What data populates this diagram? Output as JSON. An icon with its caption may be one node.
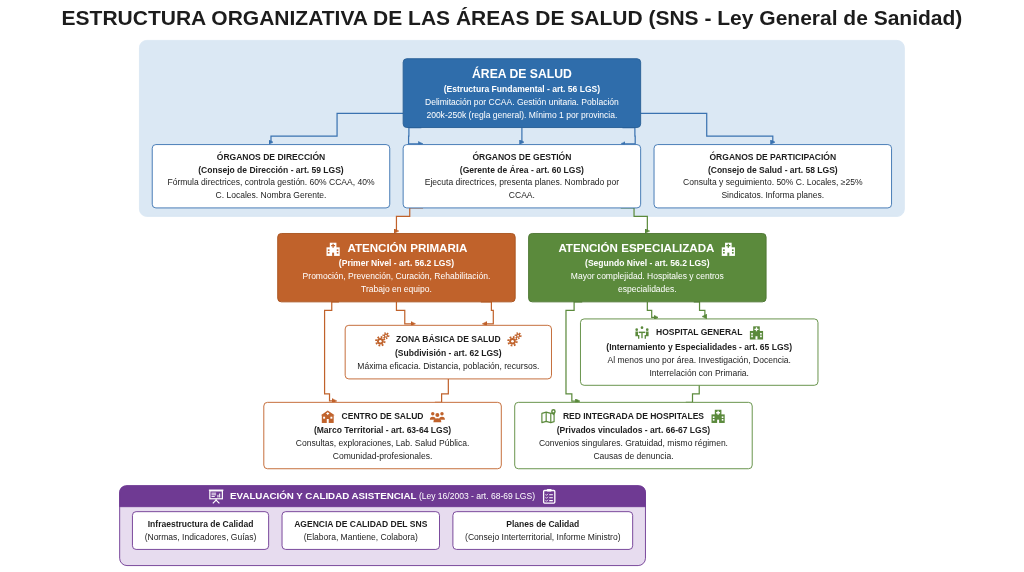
{
  "diagram": {
    "title": "ESTRUCTURA ORGANIZATIVA DE LAS ÁREAS DE SALUD (SNS - Ley General de Sanidad)",
    "nodes": [
      {
        "text": [],
        "shape": "box"
      },
      {
        "text": [
          "ÁREA DE SALUD",
          "(Estructura Fundamental - art. 56 LGS)",
          "Delimitación por CCAA. Gestión unitaria. Población 200k-250k (regla general). Mínimo 1 por provincia."
        ],
        "in": 0
      },
      {
        "text": [
          "ÓRGANOS DE DIRECCIÓN",
          "(Consejo de Dirección - art. 59 LGS)",
          "Fórmula directrices, controla gestión. 60% CCAA, 40% C. Locales. Nombra Gerente."
        ],
        "in": 0
      },
      {
        "text": [
          "ÓRGANOS DE PARTICIPACIÓN",
          "(Consejo de Salud - art. 58 LGS)",
          "Consulta y seguimiento. 50% C. Locales, ≥25% Sindicatos. Informa planes."
        ],
        "in": 0
      },
      {
        "text": [
          "ÓRGANOS DE GESTIÓN",
          "(Gerente de Área - art. 60 LGS)",
          "Ejecuta directrices, presenta planes. Nombrado por CCAA."
        ],
        "in": 0
      },
      {
        "text": [
          "ATENCIÓN PRIMARIA",
          "(Primer Nivel - art. 56.2 LGS)",
          "Promoción, Prevención, Curación, Rehabilitación. Trabajo en equipo."
        ]
      },
      {
        "text": [
          "ATENCIÓN ESPECIALIZADA",
          "(Segundo Nivel - art. 56.2 LGS)",
          "Mayor complejidad. Hospitales y centros especialidades."
        ]
      },
      {
        "text": [
          "ZONA BÁSICA DE SALUD",
          "(Subdivisión - art. 62 LGS)",
          "Máxima eficacia. Distancia, población, recursos."
        ]
      },
      {
        "text": [
          "HOSPITAL GENERAL",
          "(Internamiento y Especialidades - art. 65 LGS)",
          "Al menos uno por área. Investigación, Docencia. Interrelación con Primaria."
        ]
      },
      {
        "text": [
          "CENTRO DE SALUD",
          "(Marco Territorial - art. 63-64 LGS)",
          "Consultas, exploraciones, Lab. Salud Pública. Comunidad-profesionales."
        ]
      },
      {
        "text": [
          "RED INTEGRADA DE HOSPITALES",
          "(Privados vinculados - art. 66-67 LGS)",
          "Convenios singulares. Gratuidad, mismo régimen. Causas de denuncia."
        ]
      },
      {
        "text": [
          "EVALUACIÓN Y CALIDAD ASISTENCIAL",
          "(Ley 16/2003 - art. 68-69 LGS)"
        ]
      },
      {
        "text": [
          "Infraestructura de Calidad",
          "(Normas, Indicadores, Guías)"
        ],
        "in": 11
      },
      {
        "text": [
          "AGENCIA DE CALIDAD DEL SNS",
          "(Elabora, Mantiene, Colabora)"
        ],
        "in": 11
      },
      {
        "text": [
          "Planes de Calidad",
          "(Consejo Interterritorial, Informe Ministro)"
        ],
        "in": 11
      }
    ],
    "edges": [
      {
        "from": 1,
        "to": 2,
        "arrow": "to",
        "color": "#3a72b0"
      },
      {
        "from": 1,
        "to": 4,
        "arrow": "to",
        "color": "#3a72b0"
      },
      {
        "from": 1,
        "to": 4,
        "arrow": "to",
        "color": "#3a72b0"
      },
      {
        "from": 1,
        "to": 3,
        "arrow": "to",
        "color": "#3a72b0"
      },
      {
        "from": 1,
        "to": 4,
        "arrow": "to",
        "color": "#3a72b0"
      },
      {
        "from": 4,
        "to": 5,
        "arrow": "to",
        "color": "#c0622b"
      },
      {
        "from": 4,
        "to": 6,
        "arrow": "to",
        "color": "#5b8a3c"
      },
      {
        "from": 5,
        "to": 7,
        "arrow": "to",
        "color": "#c0622b"
      },
      {
        "from": 5,
        "to": 7,
        "arrow": "to",
        "color": "#c0622b"
      },
      {
        "from": 5,
        "to": 9,
        "arrow": "to",
        "color": "#c0622b"
      },
      {
        "from": 7,
        "to": 9,
        "arrow": "none",
        "color": "#c0622b"
      },
      {
        "from": 6,
        "to": 8,
        "arrow": "to",
        "color": "#5b8a3c"
      },
      {
        "from": 6,
        "to": 8,
        "arrow": "to",
        "color": "#5b8a3c"
      },
      {
        "from": 6,
        "to": 10,
        "arrow": "to",
        "color": "#5b8a3c"
      },
      {
        "from": 8,
        "to": 10,
        "arrow": "none",
        "color": "#5b8a3c"
      }
    ]
  }
}
